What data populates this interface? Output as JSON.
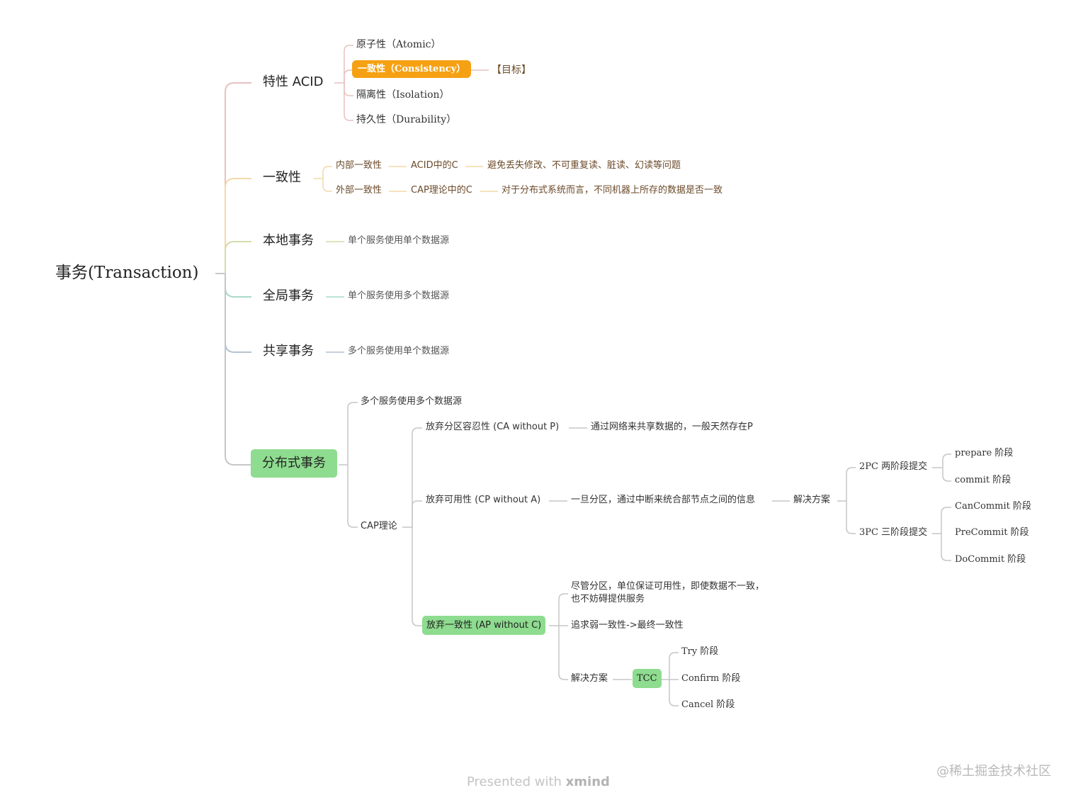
{
  "root": "事务(Transaction)",
  "acid": {
    "title": "特性 ACID",
    "items": [
      "原子性（Atomic）",
      "一致性（Consistency）",
      "隔离性（Isolation）",
      "持久性（Durability）"
    ],
    "goal": "【目标】"
  },
  "consistency": {
    "title": "一致性",
    "internal": {
      "label": "内部一致性",
      "ref": "ACID中的C",
      "desc": "避免丢失修改、不可重复读、脏读、幻读等问题"
    },
    "external": {
      "label": "外部一致性",
      "ref": "CAP理论中的C",
      "desc": "对于分布式系统而言，不同机器上所存的数据是否一致"
    }
  },
  "local": {
    "title": "本地事务",
    "desc": "单个服务使用单个数据源"
  },
  "global": {
    "title": "全局事务",
    "desc": "单个服务使用多个数据源"
  },
  "shared": {
    "title": "共享事务",
    "desc": "多个服务使用单个数据源"
  },
  "distributed": {
    "title": "分布式事务",
    "desc": "多个服务使用多个数据源",
    "cap": {
      "title": "CAP理论",
      "ca": {
        "label": "放弃分区容忍性 (CA without P)",
        "desc": "通过网络来共享数据的，一般天然存在P"
      },
      "cp": {
        "label": "放弃可用性 (CP without A)",
        "desc": "一旦分区，通过中断来统合部节点之间的信息",
        "solution": "解决方案",
        "twoPC": {
          "label": "2PC 两阶段提交",
          "phases": [
            "prepare 阶段",
            "commit 阶段"
          ]
        },
        "threePC": {
          "label": "3PC 三阶段提交",
          "phases": [
            "CanCommit 阶段",
            "PreCommit 阶段",
            "DoCommit 阶段"
          ]
        }
      },
      "ap": {
        "label": "放弃一致性 (AP without C)",
        "note1": "尽管分区，单位保证可用性，即使数据不一致，",
        "note2": "也不妨碍提供服务",
        "pursue": "追求弱一致性->最终一致性",
        "solution": "解决方案",
        "tcc": {
          "label": "TCC",
          "phases": [
            "Try 阶段",
            "Confirm 阶段",
            "Cancel 阶段"
          ]
        }
      }
    }
  },
  "footer": {
    "prefix": "Presented with ",
    "brand": "xmind"
  },
  "watermark": "@稀土掘金技术社区",
  "colors": {
    "acid": "#e8c0bf",
    "consistency": "#f3d9a8",
    "local": "#d5dcac",
    "global": "#a9d8c8",
    "shared": "#b3c2d1",
    "distributed": "#c6c6c6",
    "orange": "#f5a113",
    "green": "#8edc8f"
  }
}
